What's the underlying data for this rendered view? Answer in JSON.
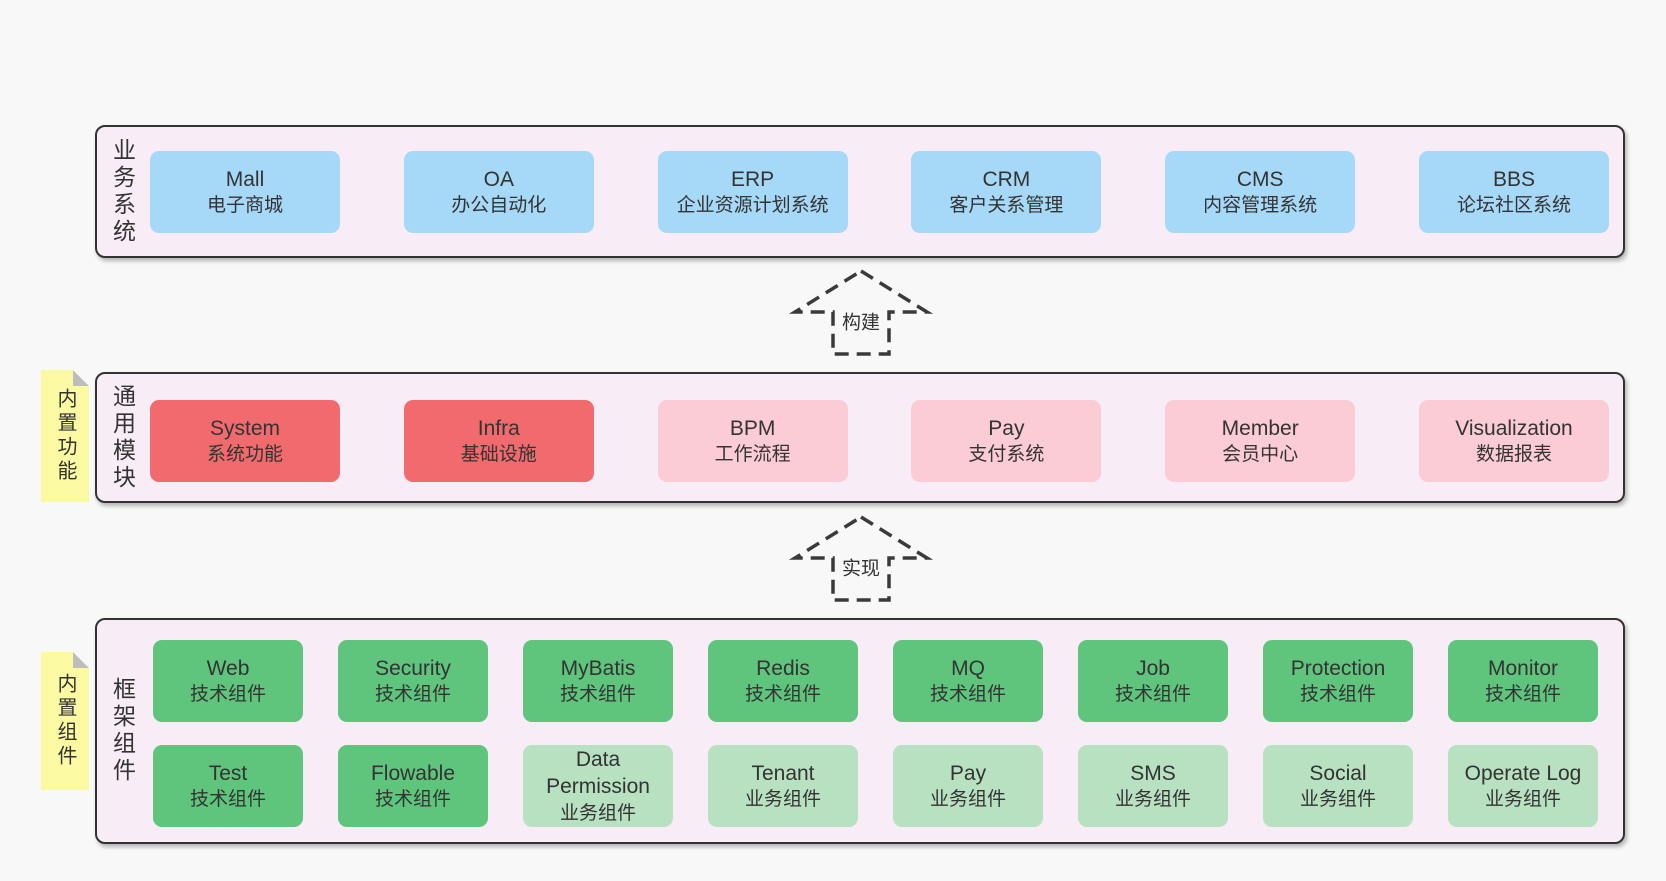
{
  "colors": {
    "page-bg": "#f8f8f8",
    "panel-bg": "#f8edf6",
    "panel-border": "#333333",
    "box-blue": "#a6d9f7",
    "box-red": "#f16b6e",
    "box-pink": "#fbccd5",
    "box-green": "#5fc57d",
    "box-lightgreen": "#b8e1c1",
    "sticky-yellow": "#fbf9a1",
    "sticky-fold": "#bdbdbd",
    "text": "#333333",
    "arrow": "#3a3a3a"
  },
  "arrows": [
    {
      "label": "构建"
    },
    {
      "label": "实现"
    }
  ],
  "sections": [
    {
      "side_label": "业务系统",
      "boxes": [
        {
          "title": "Mall",
          "subtitle": "电子商城"
        },
        {
          "title": "OA",
          "subtitle": "办公自动化"
        },
        {
          "title": "ERP",
          "subtitle": "企业资源计划系统"
        },
        {
          "title": "CRM",
          "subtitle": "客户关系管理"
        },
        {
          "title": "CMS",
          "subtitle": "内容管理系统"
        },
        {
          "title": "BBS",
          "subtitle": "论坛社区系统"
        }
      ]
    },
    {
      "side_label": "通用模块",
      "sticky": "内置功能",
      "boxes": [
        {
          "title": "System",
          "subtitle": "系统功能"
        },
        {
          "title": "Infra",
          "subtitle": "基础设施"
        },
        {
          "title": "BPM",
          "subtitle": "工作流程"
        },
        {
          "title": "Pay",
          "subtitle": "支付系统"
        },
        {
          "title": "Member",
          "subtitle": "会员中心"
        },
        {
          "title": "Visualization",
          "subtitle": "数据报表"
        }
      ]
    },
    {
      "side_label": "框架组件",
      "sticky": "内置组件",
      "rows": [
        [
          {
            "title": "Web",
            "subtitle": "技术组件"
          },
          {
            "title": "Security",
            "subtitle": "技术组件"
          },
          {
            "title": "MyBatis",
            "subtitle": "技术组件"
          },
          {
            "title": "Redis",
            "subtitle": "技术组件"
          },
          {
            "title": "MQ",
            "subtitle": "技术组件"
          },
          {
            "title": "Job",
            "subtitle": "技术组件"
          },
          {
            "title": "Protection",
            "subtitle": "技术组件"
          },
          {
            "title": "Monitor",
            "subtitle": "技术组件"
          }
        ],
        [
          {
            "title": "Test",
            "subtitle": "技术组件"
          },
          {
            "title": "Flowable",
            "subtitle": "技术组件"
          },
          {
            "title": "Data Permission",
            "subtitle": "业务组件"
          },
          {
            "title": "Tenant",
            "subtitle": "业务组件"
          },
          {
            "title": "Pay",
            "subtitle": "业务组件"
          },
          {
            "title": "SMS",
            "subtitle": "业务组件"
          },
          {
            "title": "Social",
            "subtitle": "业务组件"
          },
          {
            "title": "Operate Log",
            "subtitle": "业务组件"
          }
        ]
      ]
    }
  ]
}
